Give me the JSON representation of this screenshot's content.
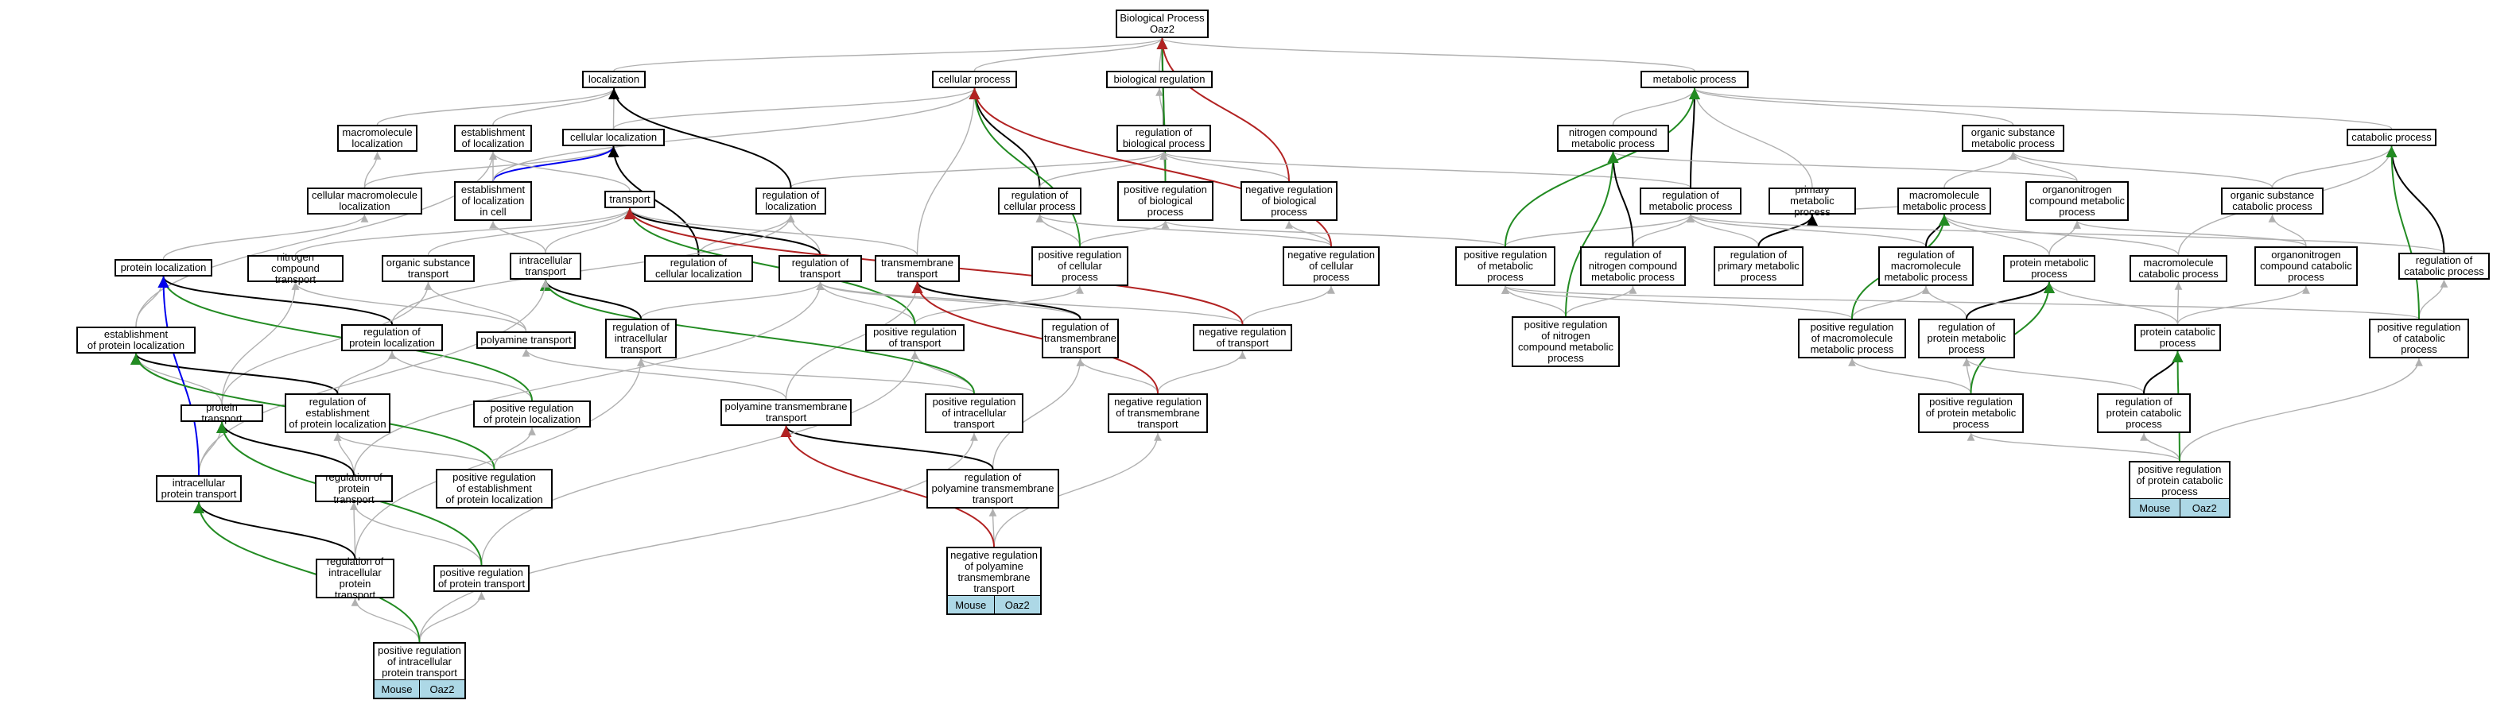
{
  "diagram": {
    "nodes": [
      {
        "id": "bp",
        "label": "Biological Process\nOaz2"
      },
      {
        "id": "loc",
        "label": "localization"
      },
      {
        "id": "cp",
        "label": "cellular process"
      },
      {
        "id": "br",
        "label": "biological regulation"
      },
      {
        "id": "mp",
        "label": "metabolic process"
      },
      {
        "id": "macloc",
        "label": "macromolecule\nlocalization"
      },
      {
        "id": "estloc",
        "label": "establishment\nof localization"
      },
      {
        "id": "cellloc",
        "label": "cellular localization"
      },
      {
        "id": "rbp",
        "label": "regulation of\nbiological process"
      },
      {
        "id": "ncmp",
        "label": "nitrogen compound\nmetabolic process"
      },
      {
        "id": "osmp",
        "label": "organic substance\nmetabolic process"
      },
      {
        "id": "catp",
        "label": "catabolic process"
      },
      {
        "id": "cmloc",
        "label": "cellular macromolecule\nlocalization"
      },
      {
        "id": "estlocc",
        "label": "establishment\nof localization\nin cell"
      },
      {
        "id": "transport",
        "label": "transport"
      },
      {
        "id": "regloc",
        "label": "regulation of\nlocalization"
      },
      {
        "id": "regcp",
        "label": "regulation of\ncellular process"
      },
      {
        "id": "posrbp",
        "label": "positive regulation\nof biological\nprocess"
      },
      {
        "id": "negrbp",
        "label": "negative regulation\nof biological\nprocess"
      },
      {
        "id": "regmp",
        "label": "regulation of\nmetabolic process"
      },
      {
        "id": "primp",
        "label": "primary metabolic\nprocess"
      },
      {
        "id": "macmp",
        "label": "macromolecule\nmetabolic process"
      },
      {
        "id": "oncmp",
        "label": "organonitrogen\ncompound metabolic\nprocess"
      },
      {
        "id": "oscp",
        "label": "organic substance\ncatabolic process"
      },
      {
        "id": "protloc",
        "label": "protein localization"
      },
      {
        "id": "nctrans",
        "label": "nitrogen compound\ntransport"
      },
      {
        "id": "ostrans",
        "label": "organic substance\ntransport"
      },
      {
        "id": "ictrans",
        "label": "intracellular\ntransport"
      },
      {
        "id": "regcl",
        "label": "regulation of\ncellular localization"
      },
      {
        "id": "regtrans",
        "label": "regulation of\ntransport"
      },
      {
        "id": "tmtrans",
        "label": "transmembrane\ntransport"
      },
      {
        "id": "posrcp",
        "label": "positive regulation\nof cellular\nprocess"
      },
      {
        "id": "negrcp",
        "label": "negative regulation\nof cellular\nprocess"
      },
      {
        "id": "posrmp",
        "label": "positive regulation\nof metabolic\nprocess"
      },
      {
        "id": "regncmp",
        "label": "regulation of\nnitrogen compound\nmetabolic process"
      },
      {
        "id": "regprimp",
        "label": "regulation of\nprimary metabolic\nprocess"
      },
      {
        "id": "regmacmp",
        "label": "regulation of\nmacromolecule\nmetabolic process"
      },
      {
        "id": "protmp",
        "label": "protein metabolic\nprocess"
      },
      {
        "id": "maccp",
        "label": "macromolecule\ncatabolic process"
      },
      {
        "id": "onccp",
        "label": "organonitrogen\ncompound catabolic\nprocess"
      },
      {
        "id": "regcatp",
        "label": "regulation of\ncatabolic process"
      },
      {
        "id": "estprotloc",
        "label": "establishment\nof protein localization"
      },
      {
        "id": "regprotloc",
        "label": "regulation of\nprotein localization"
      },
      {
        "id": "polytrans",
        "label": "polyamine transport"
      },
      {
        "id": "regict",
        "label": "regulation of\nintracellular\ntransport"
      },
      {
        "id": "posrtrans",
        "label": "positive regulation\nof transport"
      },
      {
        "id": "regtmt",
        "label": "regulation of\ntransmembrane\ntransport"
      },
      {
        "id": "negrtrans",
        "label": "negative regulation\nof transport"
      },
      {
        "id": "posrncmp",
        "label": "positive regulation\nof nitrogen\ncompound metabolic\nprocess"
      },
      {
        "id": "posrmacmp",
        "label": "positive regulation\nof macromolecule\nmetabolic process"
      },
      {
        "id": "regprotmp",
        "label": "regulation of\nprotein metabolic\nprocess"
      },
      {
        "id": "protcp",
        "label": "protein catabolic\nprocess"
      },
      {
        "id": "posrcatp",
        "label": "positive regulation\nof catabolic\nprocess"
      },
      {
        "id": "prottrans",
        "label": "protein transport"
      },
      {
        "id": "regestpl",
        "label": "regulation of\nestablishment\nof protein localization"
      },
      {
        "id": "posrpl",
        "label": "positive regulation\nof protein localization"
      },
      {
        "id": "polytmt",
        "label": "polyamine transmembrane\ntransport"
      },
      {
        "id": "posrict",
        "label": "positive regulation\nof intracellular\ntransport"
      },
      {
        "id": "negrtmt",
        "label": "negative regulation\nof transmembrane\ntransport"
      },
      {
        "id": "posrprotmp",
        "label": "positive regulation\nof protein metabolic\nprocess"
      },
      {
        "id": "regprotcp",
        "label": "regulation of\nprotein catabolic\nprocess"
      },
      {
        "id": "icpt",
        "label": "intracellular\nprotein transport"
      },
      {
        "id": "regpt",
        "label": "regulation of\nprotein transport"
      },
      {
        "id": "posrestpl",
        "label": "positive regulation\nof establishment\nof protein localization"
      },
      {
        "id": "regpolytmt",
        "label": "regulation of\npolyamine transmembrane\ntransport"
      },
      {
        "id": "regicpt",
        "label": "regulation of\nintracellular\nprotein transport"
      },
      {
        "id": "posrpt",
        "label": "positive regulation\nof protein transport"
      }
    ],
    "annotated": [
      {
        "id": "negrpolytmt",
        "label": "negative regulation\nof polyamine\ntransmembrane\ntransport",
        "organism": "Mouse",
        "gene": "Oaz2"
      },
      {
        "id": "posricpt",
        "label": "positive regulation\nof intracellular\nprotein transport",
        "organism": "Mouse",
        "gene": "Oaz2"
      },
      {
        "id": "posrprotcp",
        "label": "positive regulation\nof protein catabolic\nprocess",
        "organism": "Mouse",
        "gene": "Oaz2"
      }
    ],
    "edge_colors": {
      "is_a": "#b0b0b0",
      "part_of": "#000000",
      "regulates": "#000000",
      "positively_regulates": "#228b22",
      "negatively_regulates": "#b22222",
      "occurs_in": "#0000ee"
    }
  }
}
